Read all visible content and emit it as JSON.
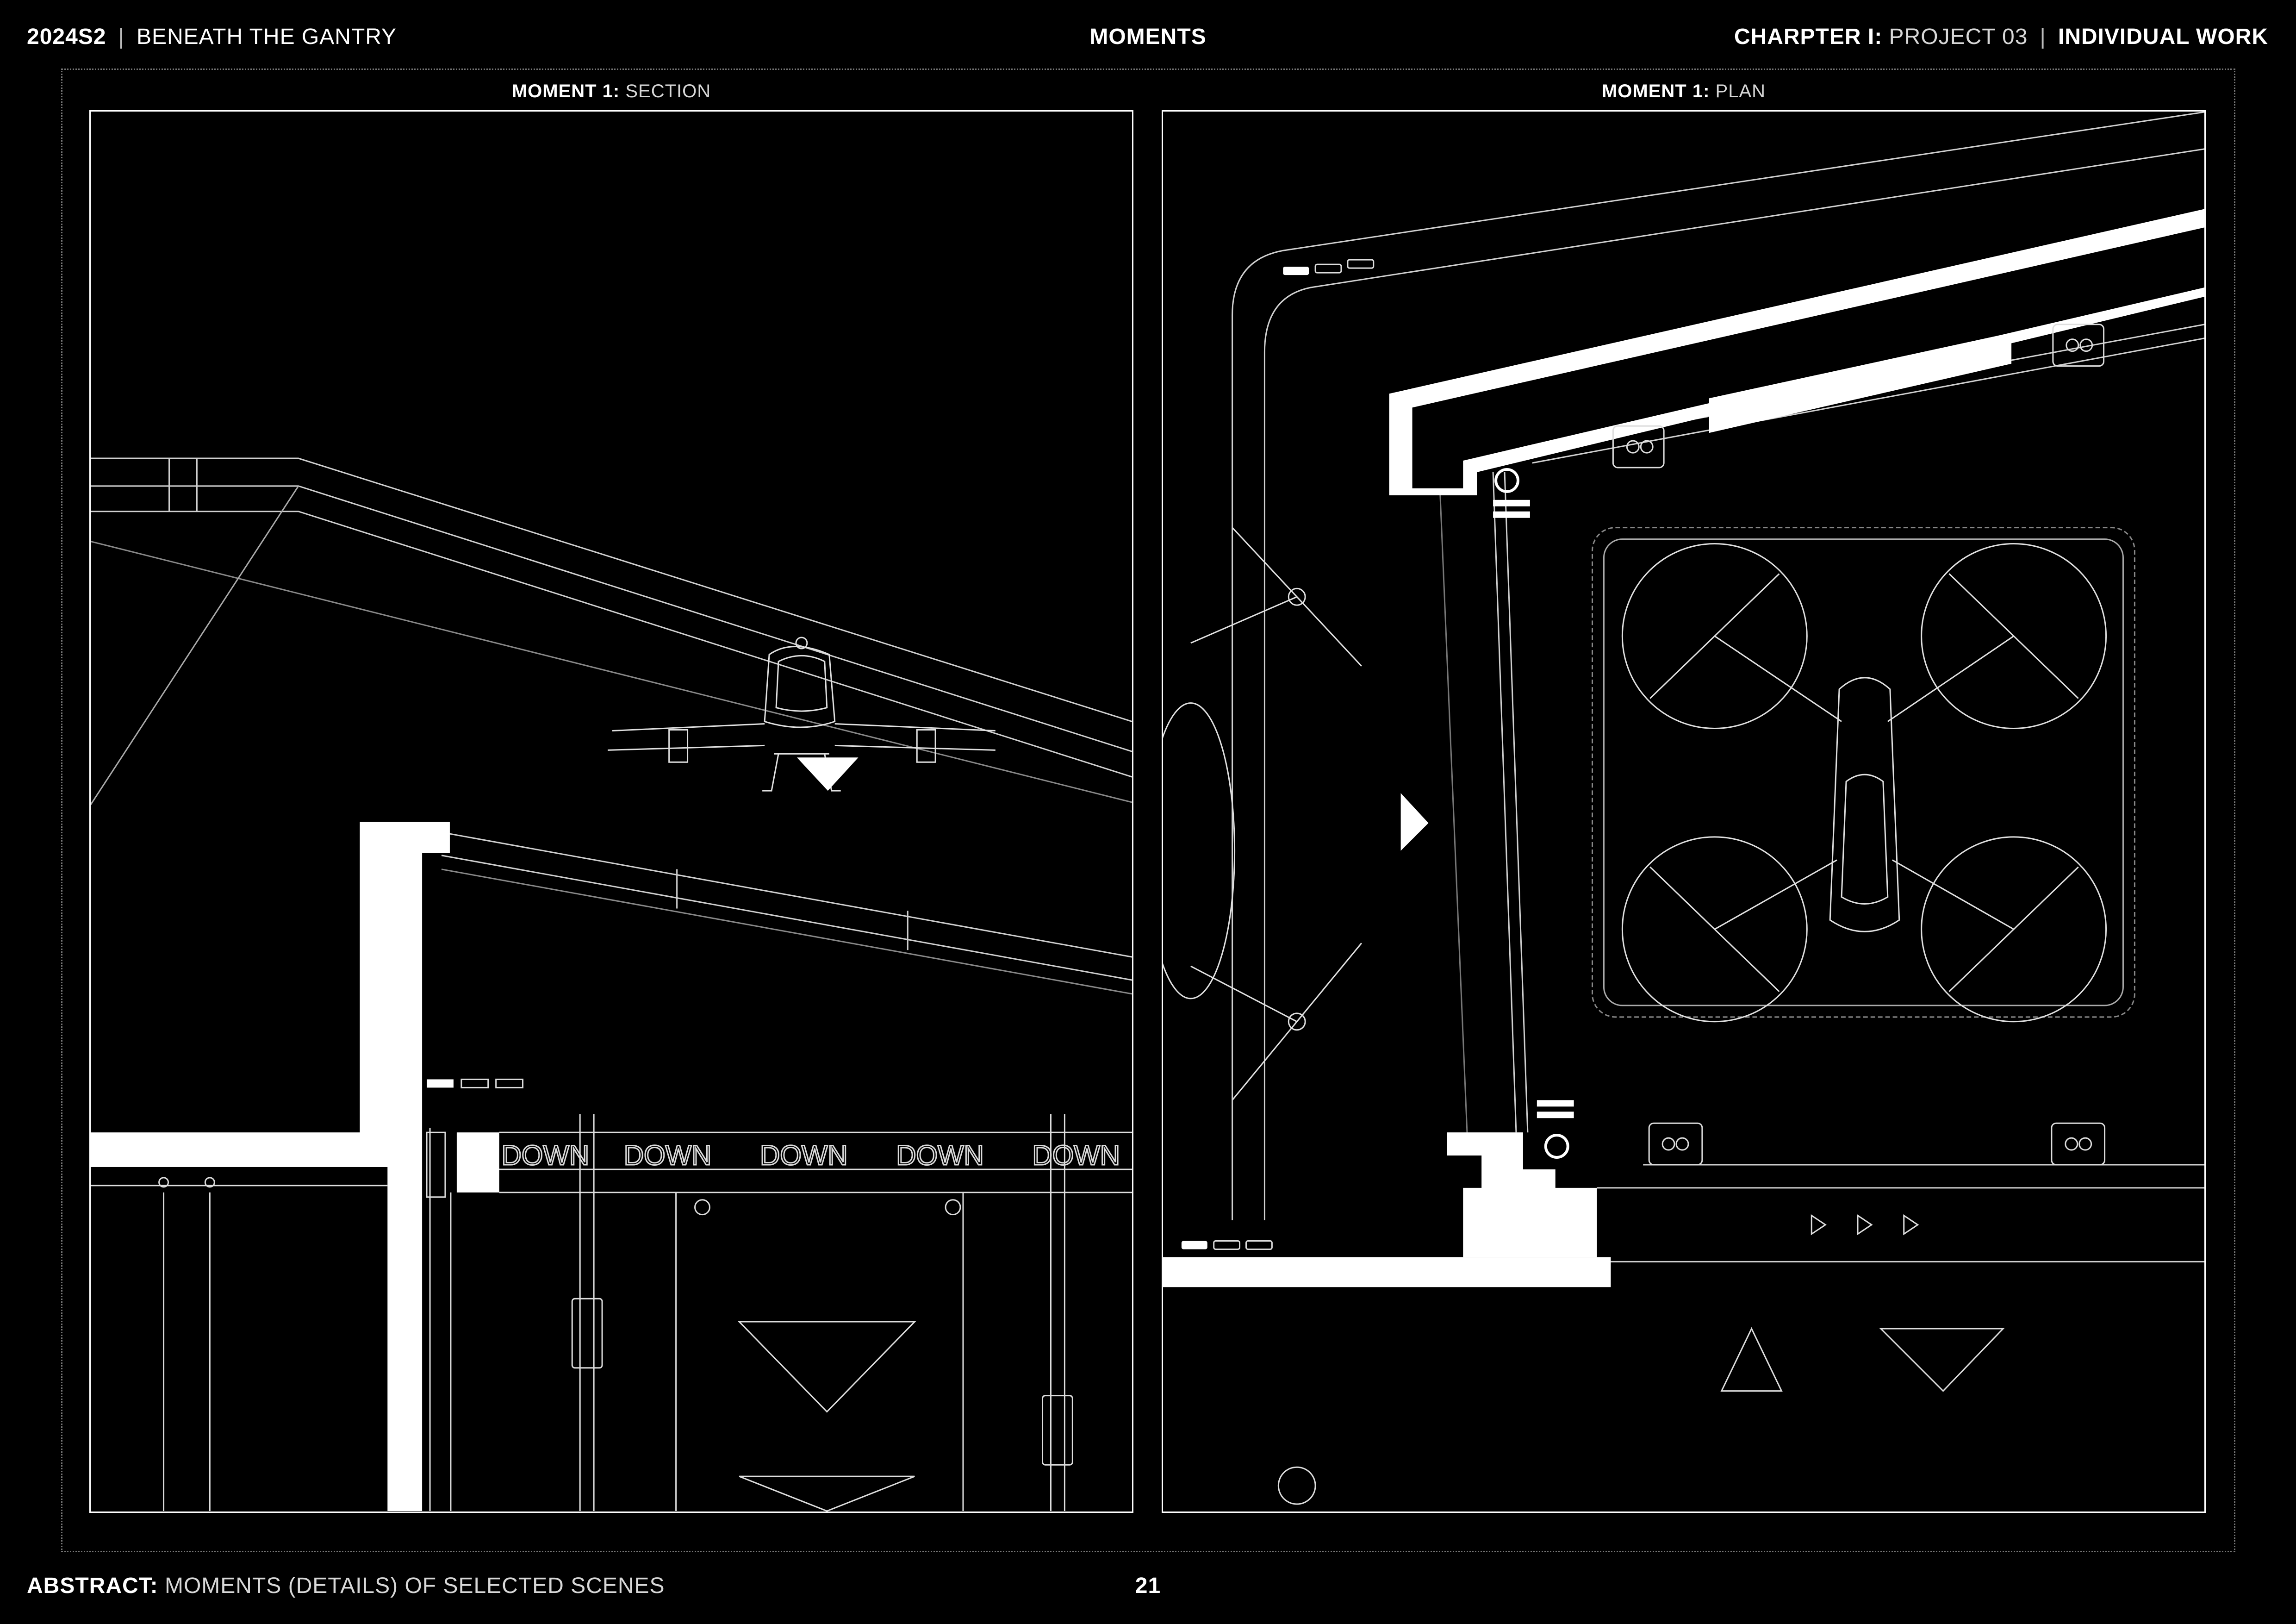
{
  "header": {
    "code": "2024S2",
    "project_name": "BENEATH THE GANTRY",
    "section": "MOMENTS",
    "chapter_label": "CHARPTER I:",
    "chapter_project": "PROJECT 03",
    "work_type": "INDIVIDUAL WORK"
  },
  "panels": {
    "left": {
      "label": "MOMENT 1:",
      "view": "SECTION",
      "sign_text": "DOWN"
    },
    "right": {
      "label": "MOMENT 1:",
      "view": "PLAN"
    }
  },
  "footer": {
    "abstract_label": "ABSTRACT:",
    "abstract_text": "MOMENTS (DETAILS) OF SELECTED SCENES",
    "page_number": "21"
  }
}
